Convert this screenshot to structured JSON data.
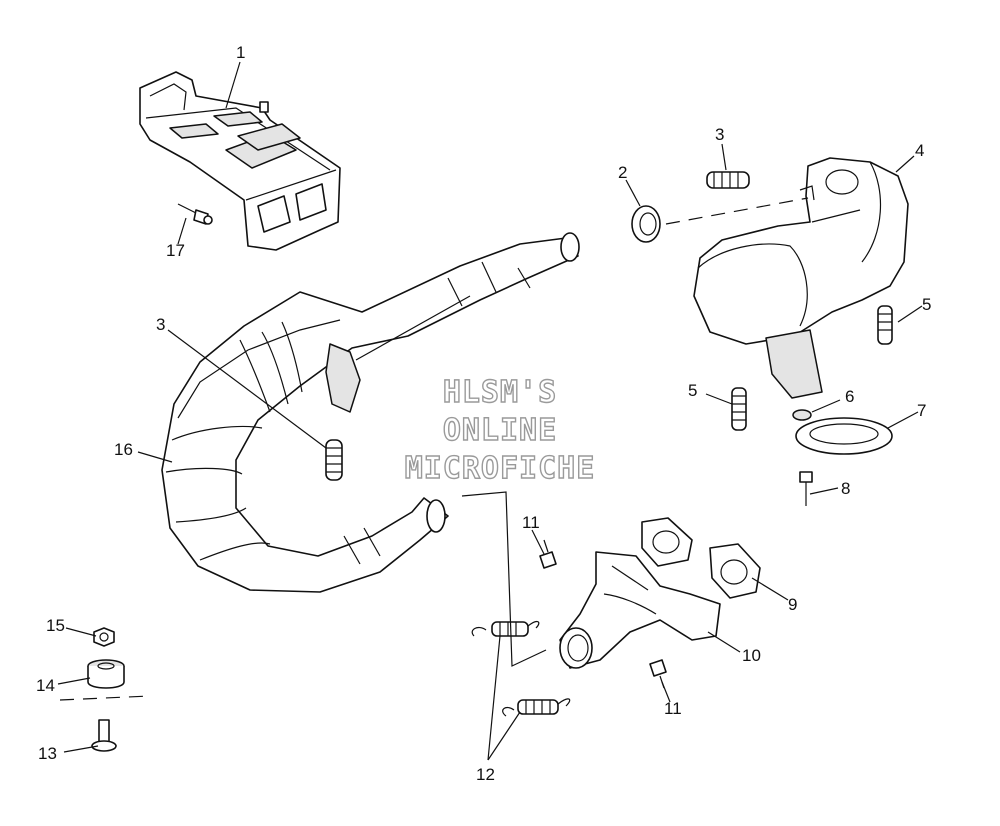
{
  "watermark": {
    "line1": "HLSM'S",
    "line2": "ONLINE",
    "line3": "MICROFICHE"
  },
  "callouts": {
    "c1": "1",
    "c2": "2",
    "c3a": "3",
    "c3b": "3",
    "c4": "4",
    "c5a": "5",
    "c5b": "5",
    "c6": "6",
    "c7": "7",
    "c8": "8",
    "c9": "9",
    "c10": "10",
    "c11a": "11",
    "c11b": "11",
    "c12": "12",
    "c13": "13",
    "c14": "14",
    "c15": "15",
    "c16": "16",
    "c17": "17"
  }
}
